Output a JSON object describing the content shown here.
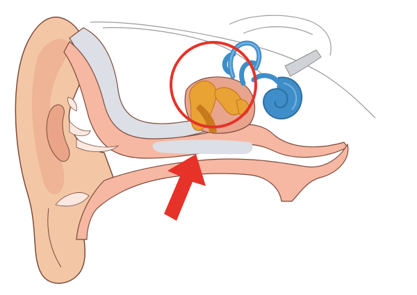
{
  "diagram": {
    "subject": "ear-anatomy-cross-section",
    "structures": [
      "outer-ear",
      "ear-canal",
      "eardrum",
      "middle-ear-ossicles",
      "semicircular-canals",
      "cochlea"
    ],
    "highlight": {
      "target": "middle-ear-ossicles",
      "shape": "circle"
    },
    "pointer": {
      "target": "ear-canal",
      "shape": "arrow"
    }
  },
  "colors": {
    "skin": "#f3c7a6",
    "skin_shadow": "#eaa487",
    "canal_inner": "#f6b7a3",
    "canal_lining": "#dcdfe5",
    "cartilage": "#f2e5dd",
    "ossicles": "#e8a334",
    "ossicles_dark": "#c77a1b",
    "inner_ear": "#3f8ec9",
    "inner_ear_light": "#77b3e0",
    "outline": "#7a4a3a",
    "highlight": "#e63228"
  }
}
